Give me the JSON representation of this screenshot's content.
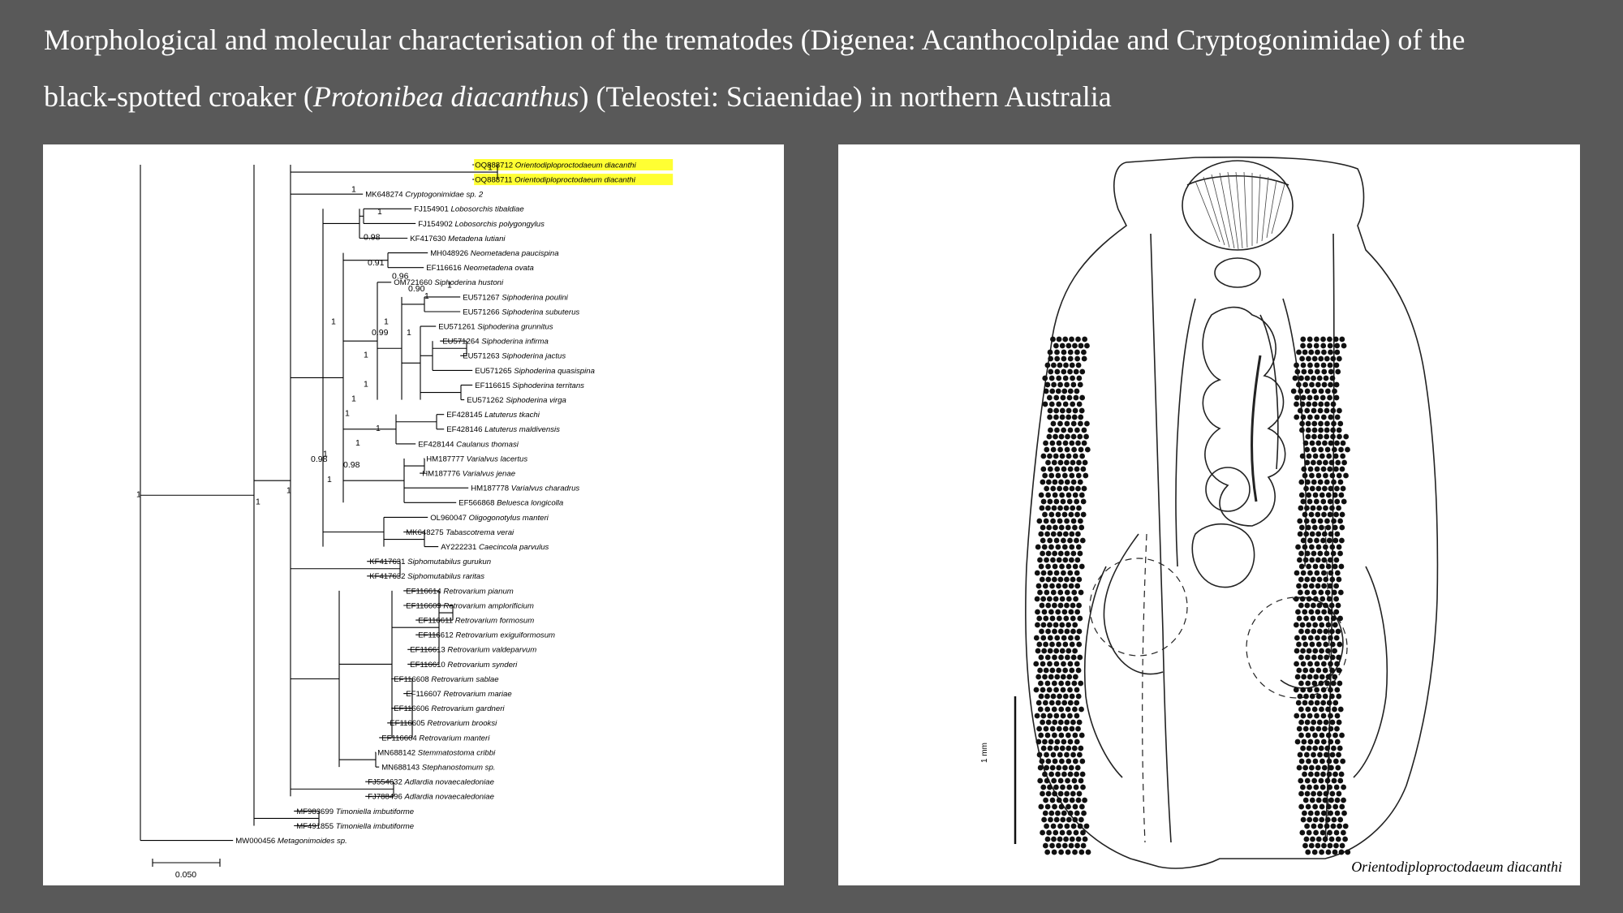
{
  "title": {
    "line1": "Morphological and molecular characterisation of the trematodes (Digenea: Acanthocolpidae and Cryptogonimidae) of the",
    "line2_pre": "black-spotted croaker (",
    "line2_italic": "Protonibea diacanthus",
    "line2_post": ") (Teleostei:  Sciaenidae) in northern Australia"
  },
  "tree": {
    "highlight_color": "#ffff33",
    "scale_label": "0.050",
    "taxa": [
      {
        "acc": "OQ888712",
        "name": "Orientodiploproctodaeum diacanthi",
        "highlight": true
      },
      {
        "acc": "OQ888711",
        "name": "Orientodiploproctodaeum diacanthi",
        "highlight": true
      },
      {
        "acc": "MK648274",
        "name": "Cryptogonimidae sp. 2"
      },
      {
        "acc": "FJ154901",
        "name": "Lobosorchis tibaldiae"
      },
      {
        "acc": "FJ154902",
        "name": "Lobosorchis polygongylus"
      },
      {
        "acc": "KF417630",
        "name": "Metadena lutiani"
      },
      {
        "acc": "MH048926",
        "name": "Neometadena paucispina"
      },
      {
        "acc": "EF116616",
        "name": "Neometadena ovata"
      },
      {
        "acc": "OM721660",
        "name": "Siphoderina hustoni"
      },
      {
        "acc": "EU571267",
        "name": "Siphoderina poulini"
      },
      {
        "acc": "EU571266",
        "name": "Siphoderina subuterus"
      },
      {
        "acc": "EU571261",
        "name": "Siphoderina grunnitus"
      },
      {
        "acc": "EU571264",
        "name": "Siphoderina infirma"
      },
      {
        "acc": "EU571263",
        "name": "Siphoderina jactus"
      },
      {
        "acc": "EU571265",
        "name": "Siphoderina quasispina"
      },
      {
        "acc": "EF116615",
        "name": "Siphoderina territans"
      },
      {
        "acc": "EU571262",
        "name": "Siphoderina virga"
      },
      {
        "acc": "EF428145",
        "name": "Latuterus tkachi"
      },
      {
        "acc": "EF428146",
        "name": "Latuterus maldivensis"
      },
      {
        "acc": "EF428144",
        "name": "Caulanus thomasi"
      },
      {
        "acc": "HM187777",
        "name": "Varialvus lacertus"
      },
      {
        "acc": "HM187776",
        "name": "Varialvus jenae"
      },
      {
        "acc": "HM187778",
        "name": "Varialvus charadrus"
      },
      {
        "acc": "EF566868",
        "name": "Beluesca longicolla"
      },
      {
        "acc": "OL960047",
        "name": "Oligogonotylus manteri"
      },
      {
        "acc": "MK648275",
        "name": "Tabascotrema verai"
      },
      {
        "acc": "AY222231",
        "name": "Caecincola parvulus"
      },
      {
        "acc": "KF417631",
        "name": "Siphomutabilus gurukun"
      },
      {
        "acc": "KF417632",
        "name": "Siphomutabilus raritas"
      },
      {
        "acc": "EF116614",
        "name": "Retrovarium pianum"
      },
      {
        "acc": "EF116609",
        "name": "Retrovarium amplorificium"
      },
      {
        "acc": "EF116611",
        "name": "Retrovarium formosum"
      },
      {
        "acc": "EF116612",
        "name": "Retrovarium exiguiformosum"
      },
      {
        "acc": "EF116613",
        "name": "Retrovarium valdeparvum"
      },
      {
        "acc": "EF116610",
        "name": "Retrovarium synderi"
      },
      {
        "acc": "EF116608",
        "name": "Retrovarium sablae"
      },
      {
        "acc": "EF116607",
        "name": "Retrovarium mariae"
      },
      {
        "acc": "EF116606",
        "name": "Retrovarium gardneri"
      },
      {
        "acc": "EF116605",
        "name": "Retrovarium brooksi"
      },
      {
        "acc": "EF116604",
        "name": "Retrovarium manteri"
      },
      {
        "acc": "MN688142",
        "name": "Stemmatostoma cribbi"
      },
      {
        "acc": "MN688143",
        "name": "Stephanostomum sp."
      },
      {
        "acc": "FJ554632",
        "name": "Adlardia novaecaledoniae"
      },
      {
        "acc": "FJ788496",
        "name": "Adlardia novaecaledoniae"
      },
      {
        "acc": "MF983699",
        "name": "Timoniella imbutiforme"
      },
      {
        "acc": "MF491855",
        "name": "Timoniella imbutiforme"
      },
      {
        "acc": "MW000456",
        "name": "Metagonimoides sp."
      }
    ],
    "supports": [
      "1",
      "1",
      "1",
      "0.98",
      "0.91",
      "0.96",
      "0.90",
      "1",
      "1",
      "1",
      "1",
      "0.99",
      "1",
      "1",
      "1",
      "1",
      "1",
      "1",
      "1",
      "1",
      "0.98",
      "0.98",
      "1",
      "1",
      "1",
      "1"
    ]
  },
  "drawing": {
    "scale_label": "1 mm",
    "caption": "Orientodiploproctodaeum diacanthi"
  }
}
